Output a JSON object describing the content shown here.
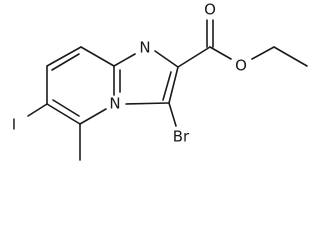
{
  "molecule": {
    "atoms": {
      "n1": "N",
      "n4": "N",
      "o_carbonyl": "O",
      "o_ester": "O",
      "br": "Br",
      "iodine": "I"
    }
  }
}
